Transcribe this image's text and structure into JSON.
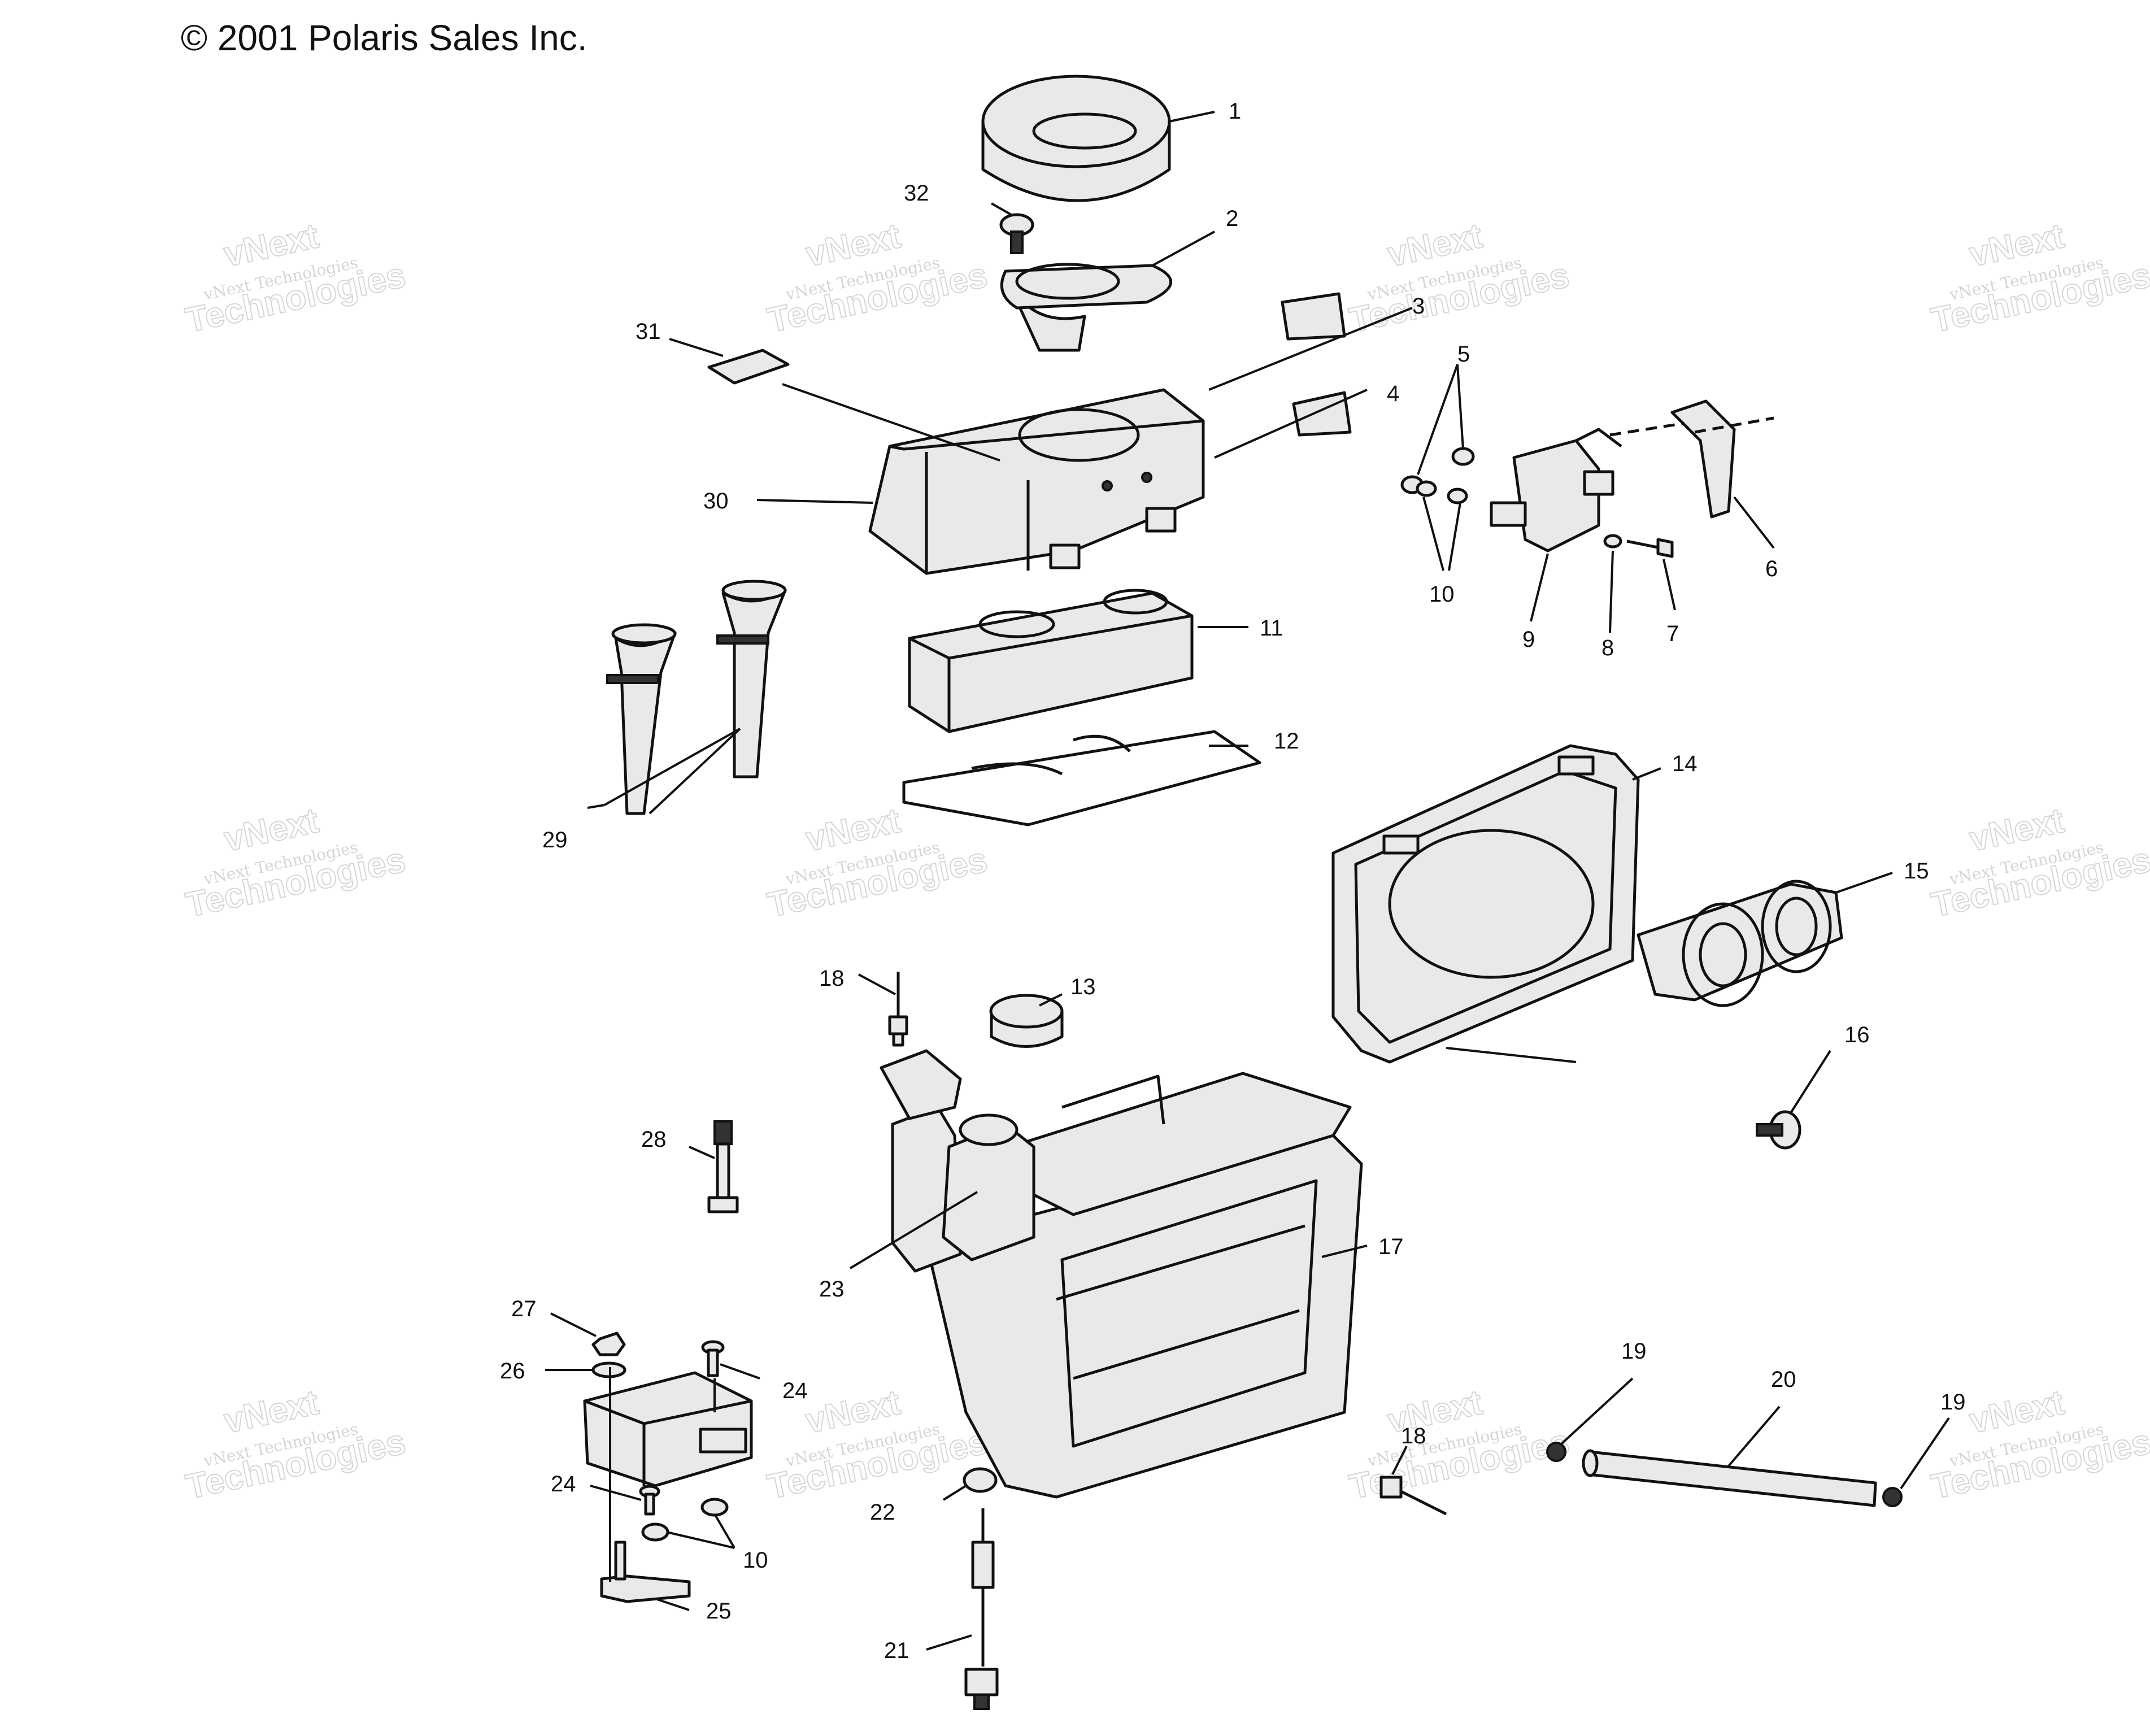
{
  "copyright": "© 2001 Polaris Sales Inc.",
  "watermark": {
    "line1": "vNext",
    "line2": "vNext Technologies",
    "line3": "Technologies"
  },
  "callouts": [
    {
      "id": "c1",
      "label": "1"
    },
    {
      "id": "c2",
      "label": "2"
    },
    {
      "id": "c3",
      "label": "3"
    },
    {
      "id": "c4",
      "label": "4"
    },
    {
      "id": "c5",
      "label": "5"
    },
    {
      "id": "c6",
      "label": "6"
    },
    {
      "id": "c7",
      "label": "7"
    },
    {
      "id": "c8",
      "label": "8"
    },
    {
      "id": "c9",
      "label": "9"
    },
    {
      "id": "c10a",
      "label": "10"
    },
    {
      "id": "c11",
      "label": "11"
    },
    {
      "id": "c12",
      "label": "12"
    },
    {
      "id": "c13",
      "label": "13"
    },
    {
      "id": "c14",
      "label": "14"
    },
    {
      "id": "c15",
      "label": "15"
    },
    {
      "id": "c16",
      "label": "16"
    },
    {
      "id": "c17",
      "label": "17"
    },
    {
      "id": "c18a",
      "label": "18"
    },
    {
      "id": "c18b",
      "label": "18"
    },
    {
      "id": "c19a",
      "label": "19"
    },
    {
      "id": "c19b",
      "label": "19"
    },
    {
      "id": "c20",
      "label": "20"
    },
    {
      "id": "c21",
      "label": "21"
    },
    {
      "id": "c22",
      "label": "22"
    },
    {
      "id": "c23",
      "label": "23"
    },
    {
      "id": "c24a",
      "label": "24"
    },
    {
      "id": "c24b",
      "label": "24"
    },
    {
      "id": "c25",
      "label": "25"
    },
    {
      "id": "c26",
      "label": "26"
    },
    {
      "id": "c27",
      "label": "27"
    },
    {
      "id": "c28",
      "label": "28"
    },
    {
      "id": "c29",
      "label": "29"
    },
    {
      "id": "c30",
      "label": "30"
    },
    {
      "id": "c31",
      "label": "31"
    },
    {
      "id": "c32",
      "label": "32"
    },
    {
      "id": "c10b",
      "label": "10"
    }
  ]
}
